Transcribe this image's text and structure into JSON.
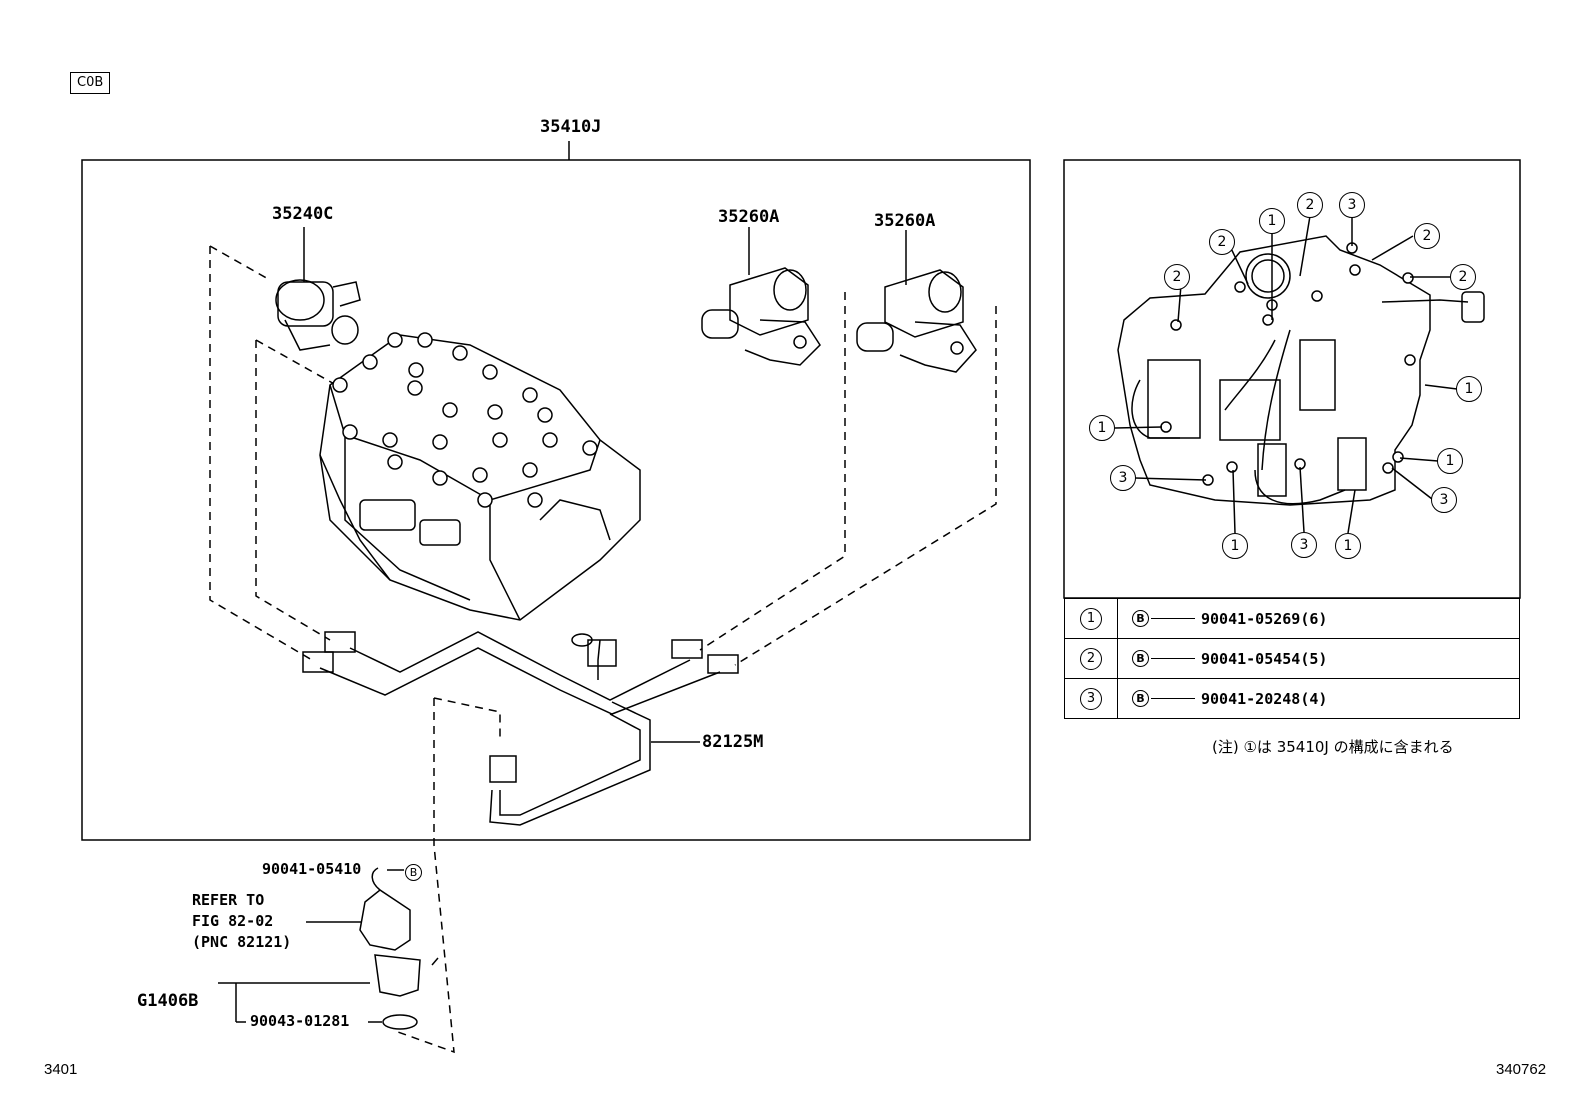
{
  "page": {
    "code_tag": "C0B",
    "corner_left": "3401",
    "corner_right": "340762"
  },
  "parts": {
    "assembly": "35410J",
    "solenoid_c": "35240C",
    "solenoid_a1": "35260A",
    "solenoid_a2": "35260A",
    "harness": "82125M",
    "bolt_sensor": "90041-05410",
    "bolt_sensor_mark": "B",
    "refer_line1": "REFER TO",
    "refer_line2": "FIG 82-02",
    "refer_line3": "(PNC 82121)",
    "sensor_group": "G1406B",
    "oring": "90043-01281"
  },
  "legend": {
    "rows": [
      {
        "num": "1",
        "mark": "B",
        "part": "90041-05269(6)"
      },
      {
        "num": "2",
        "mark": "B",
        "part": "90041-05454(5)"
      },
      {
        "num": "3",
        "mark": "B",
        "part": "90041-20248(4)"
      }
    ],
    "note": "(注) ①は 35410J の構成に含まれる"
  },
  "callouts": [
    "1",
    "2",
    "3",
    "2",
    "2",
    "2",
    "2",
    "1",
    "1",
    "1",
    "3",
    "3",
    "1",
    "3",
    "1"
  ]
}
